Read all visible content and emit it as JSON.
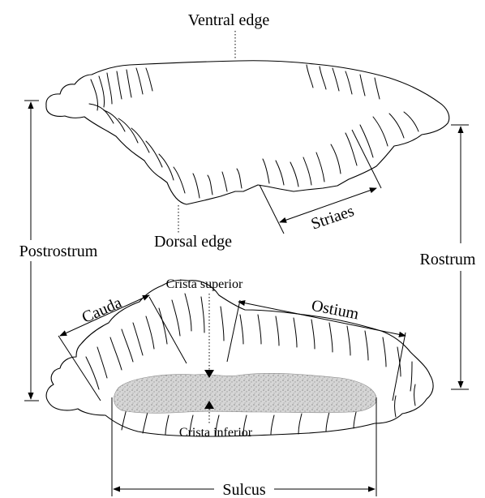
{
  "labels": {
    "ventral_edge": "Ventral edge",
    "dorsal_edge": "Dorsal edge",
    "striaes": "Striaes",
    "postrostrum": "Postrostrum",
    "rostrum": "Rostrum",
    "crista_superior": "Crista superior",
    "crista_inferior": "Crista inferior",
    "cauda": "Cauda",
    "ostium": "Ostium",
    "sulcus": "Sulcus"
  },
  "colors": {
    "line": "#000000",
    "sulcus_fill": "#c8c8c8",
    "background": "#ffffff"
  }
}
